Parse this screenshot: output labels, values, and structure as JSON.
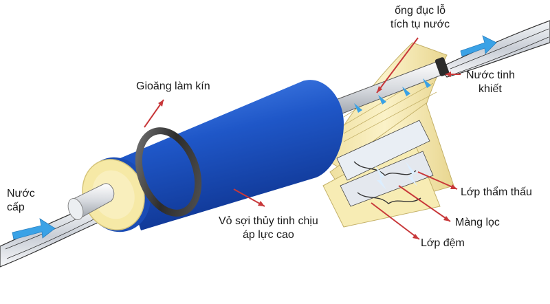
{
  "labels": {
    "feed_water": {
      "line1": "Nước",
      "line2": "cấp"
    },
    "seal": "Gioăng làm kín",
    "collection_tube": {
      "line1": "ống đục lỗ",
      "line2": "tích tụ nước"
    },
    "pure_water": {
      "line1": "Nước tinh",
      "line2": "khiết"
    },
    "fiberglass_shell": {
      "line1": "Vỏ sợi thủy tinh chịu",
      "line2": "áp lực cao"
    },
    "permeate_layer": "Lớp thẩm thấu",
    "membrane": "Màng lọc",
    "spacer_layer": "Lớp đệm"
  },
  "colors": {
    "cylinder_blue": "#1f57c8",
    "seal_ring": "#3a3a3a",
    "inner_layer": "#f6e9a6",
    "arrow_red": "#c8383a",
    "flow_arrow": "#3aa2e6"
  }
}
